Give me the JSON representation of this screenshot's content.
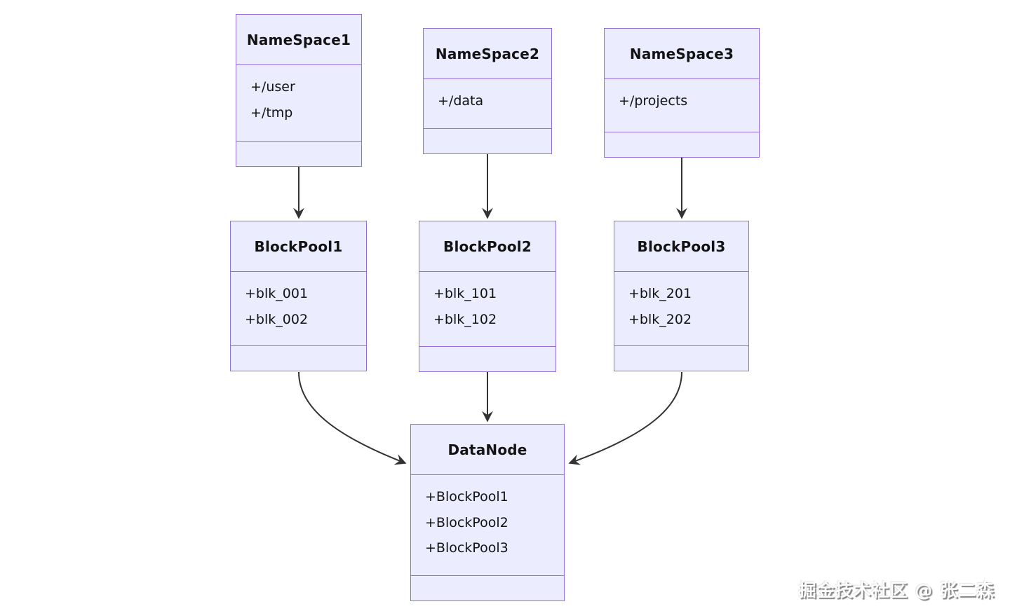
{
  "diagram": {
    "type": "uml-class-diagram",
    "colors": {
      "background": "#ffffff",
      "node_fill": "#ECECFF",
      "node_border": "#9370DB",
      "arrow": "#333333",
      "text": "#131313"
    },
    "nodes": [
      {
        "id": "namespace1",
        "title": "NameSpace1",
        "attributes": [
          "+/user",
          "+/tmp"
        ]
      },
      {
        "id": "namespace2",
        "title": "NameSpace2",
        "attributes": [
          "+/data"
        ]
      },
      {
        "id": "namespace3",
        "title": "NameSpace3",
        "attributes": [
          "+/projects"
        ]
      },
      {
        "id": "blockpool1",
        "title": "BlockPool1",
        "attributes": [
          "+blk_001",
          "+blk_002"
        ]
      },
      {
        "id": "blockpool2",
        "title": "BlockPool2",
        "attributes": [
          "+blk_101",
          "+blk_102"
        ]
      },
      {
        "id": "blockpool3",
        "title": "BlockPool3",
        "attributes": [
          "+blk_201",
          "+blk_202"
        ]
      },
      {
        "id": "datanode",
        "title": "DataNode",
        "attributes": [
          "+BlockPool1",
          "+BlockPool2",
          "+BlockPool3"
        ]
      }
    ],
    "edges": [
      {
        "from": "NameSpace1",
        "to": "BlockPool1"
      },
      {
        "from": "NameSpace2",
        "to": "BlockPool2"
      },
      {
        "from": "NameSpace3",
        "to": "BlockPool3"
      },
      {
        "from": "BlockPool1",
        "to": "DataNode"
      },
      {
        "from": "BlockPool2",
        "to": "DataNode"
      },
      {
        "from": "BlockPool3",
        "to": "DataNode"
      }
    ]
  },
  "watermark": {
    "text": "掘金技术社区 @ 张二森"
  }
}
